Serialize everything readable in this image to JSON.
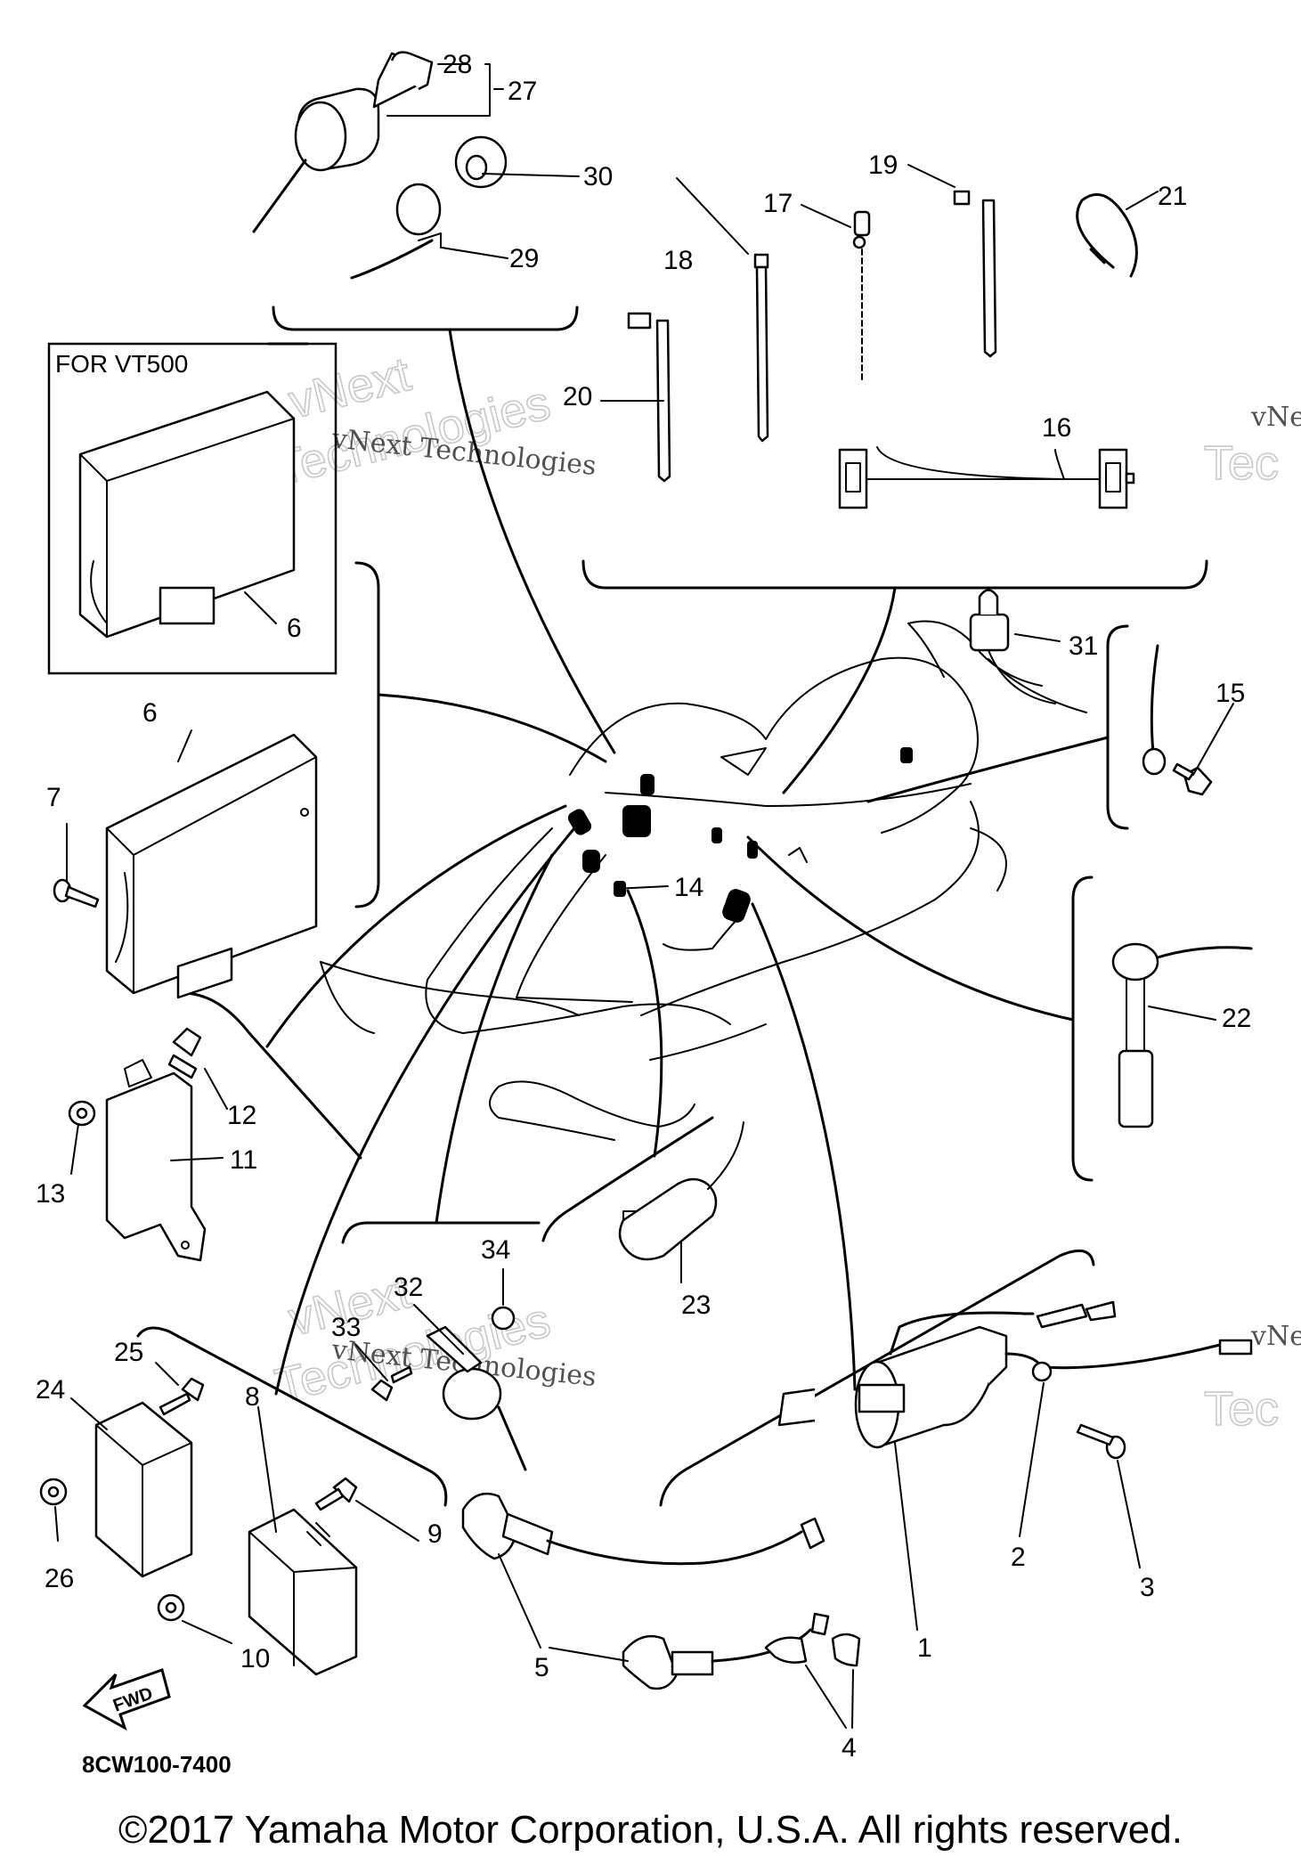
{
  "box_label": "FOR VT500",
  "diagram_code": "8CW100-7400",
  "fwd_arrow_label": "FWD",
  "copyright": "©2017 Yamaha Motor Corporation, U.S.A. All rights reserved.",
  "watermarks": {
    "line1": "vNext Technologies",
    "outline1": "vNext",
    "outline2": "Technologies",
    "edge_line": "vNe",
    "edge_outline": "Tec"
  },
  "callouts": {
    "c1": "1",
    "c2": "2",
    "c3": "3",
    "c4": "4",
    "c5": "5",
    "c6a": "6",
    "c6b": "6",
    "c7": "7",
    "c8": "8",
    "c9": "9",
    "c10": "10",
    "c11": "11",
    "c12": "12",
    "c13": "13",
    "c14": "14",
    "c15": "15",
    "c16": "16",
    "c17": "17",
    "c18": "18",
    "c19": "19",
    "c20": "20",
    "c21": "21",
    "c22": "22",
    "c23": "23",
    "c24": "24",
    "c25": "25",
    "c26": "26",
    "c27": "27",
    "c28": "28",
    "c29": "29",
    "c30": "30",
    "c31": "31",
    "c32": "32",
    "c33": "33",
    "c34": "34"
  }
}
